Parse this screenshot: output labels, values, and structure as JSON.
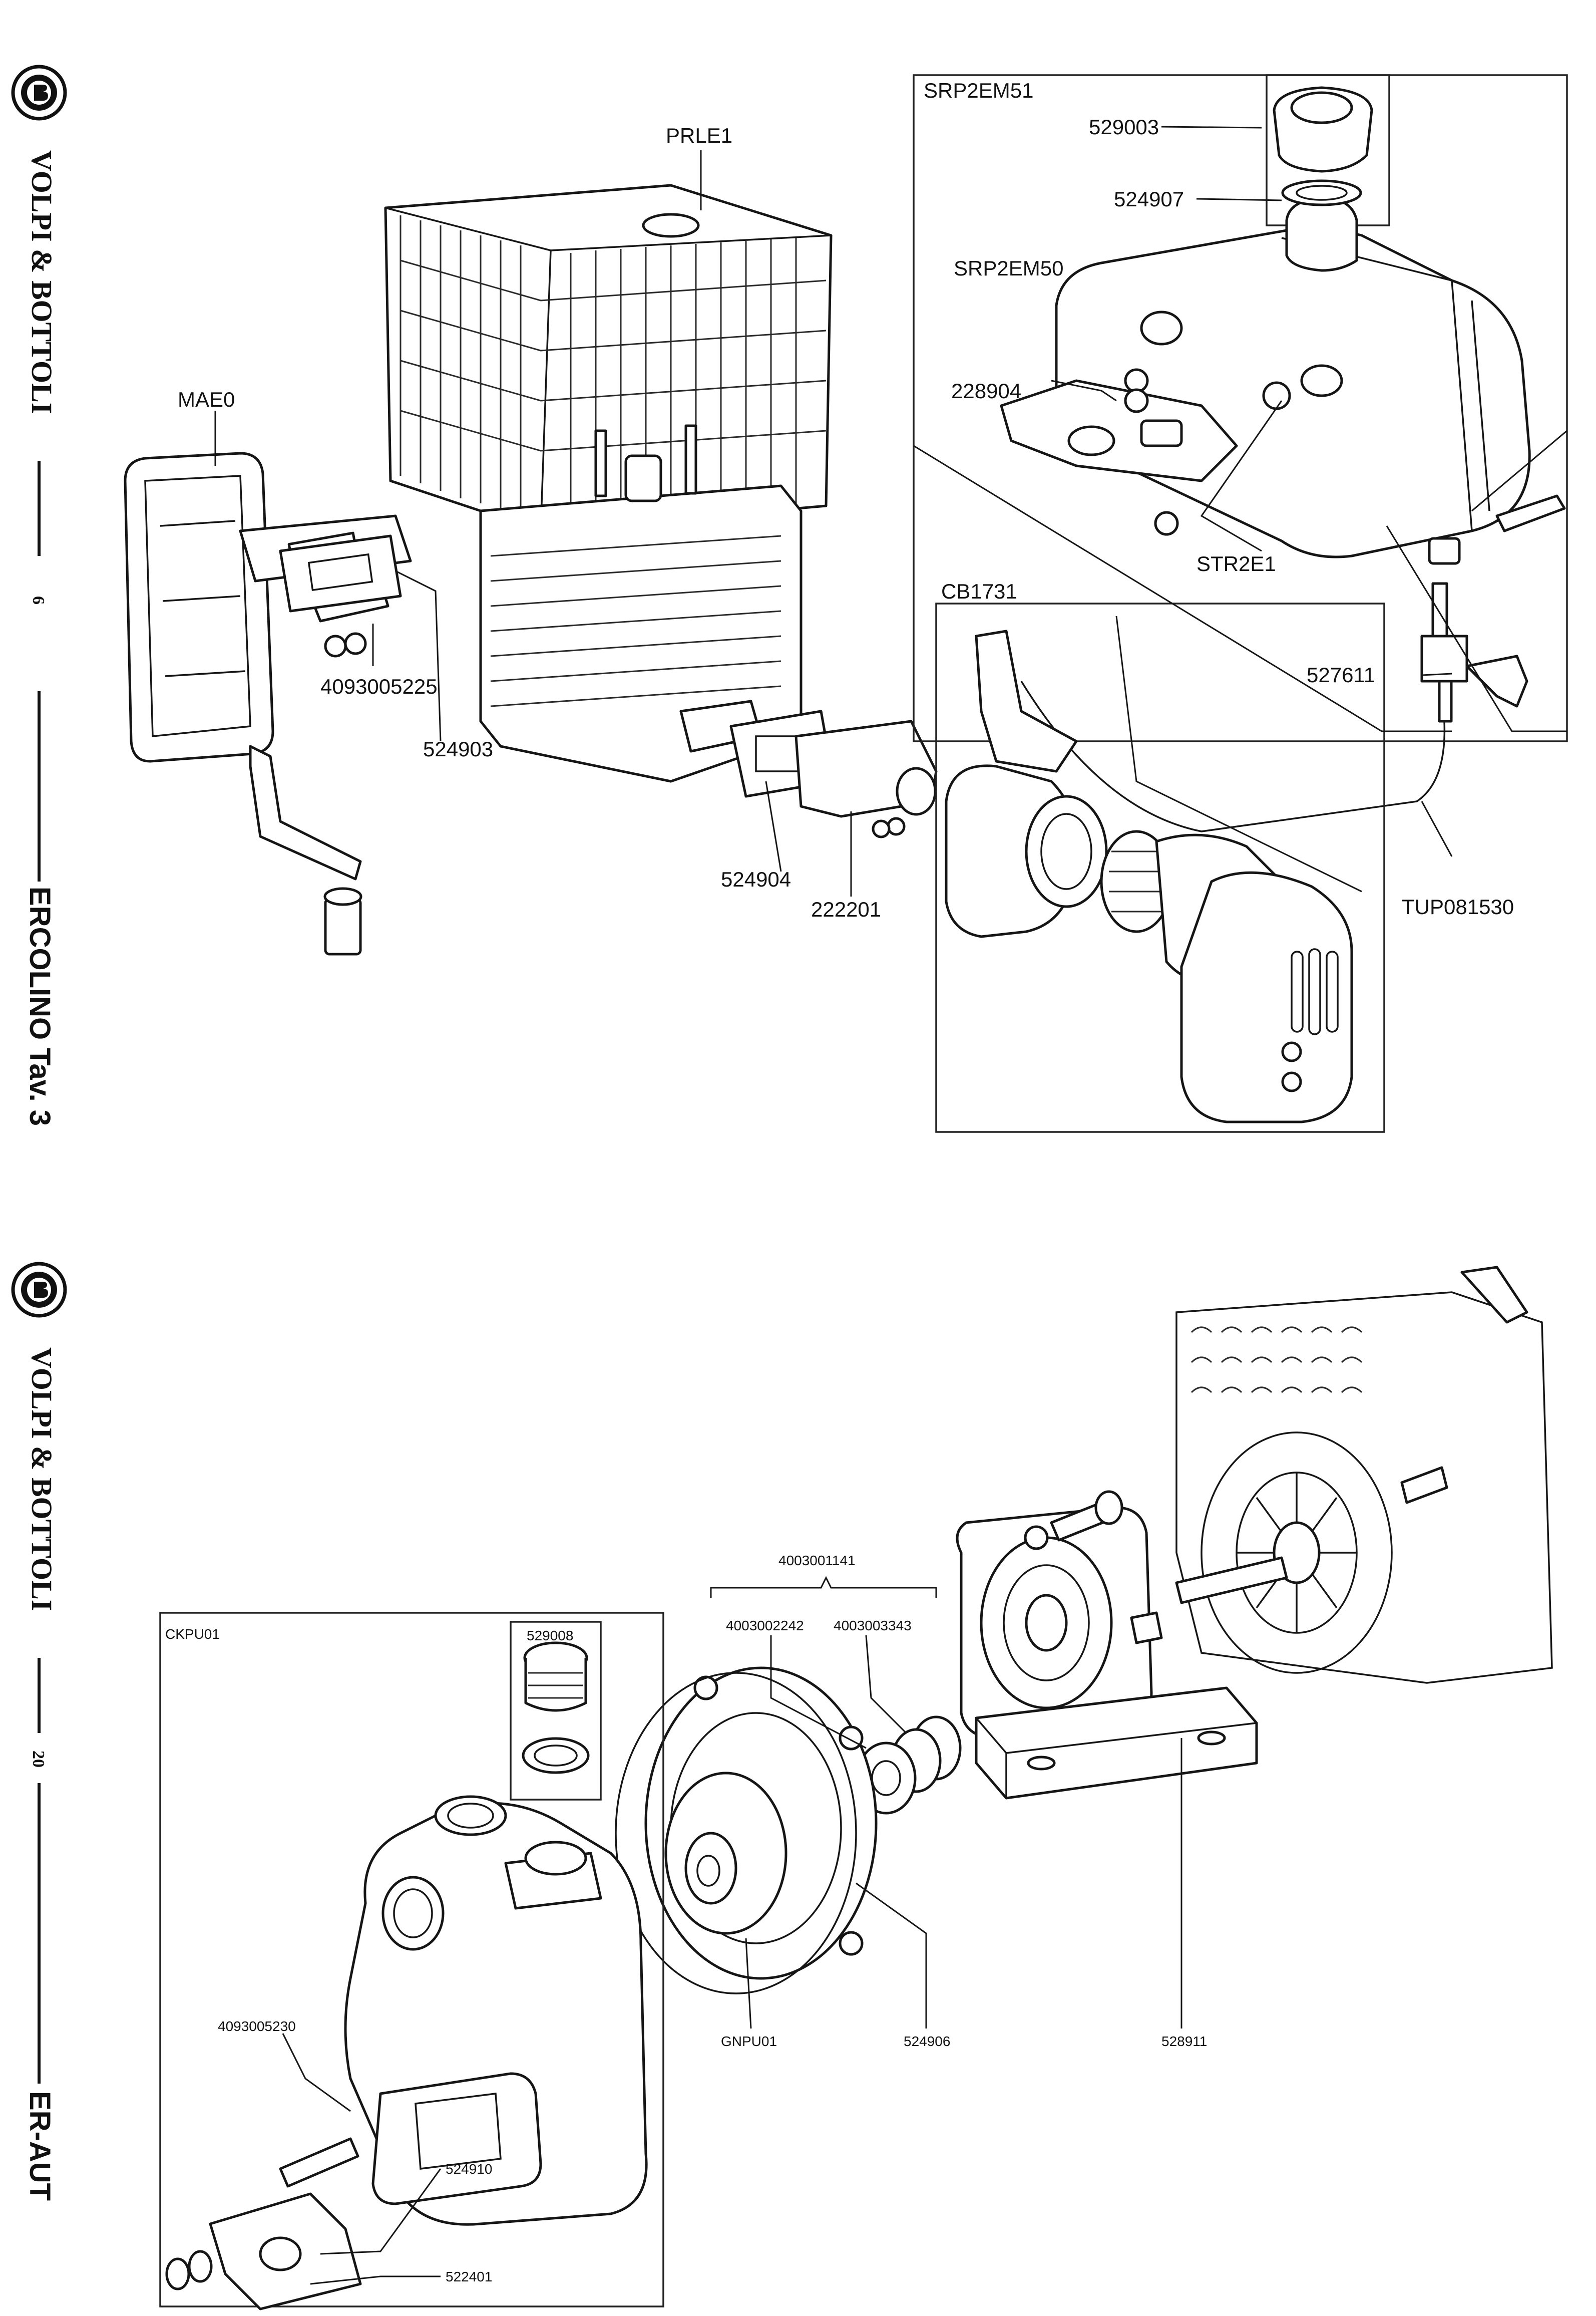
{
  "brand": {
    "name": "VOLPI & BOTTOLI"
  },
  "sheet_top": {
    "page_number": "6",
    "model": "ERCOLINO Tav. 3",
    "labels": {
      "prle1": "PRLE1",
      "mae0": "MAE0",
      "p4093005225": "4093005225",
      "p524903": "524903",
      "p524904": "524904",
      "p222201": "222201",
      "srp2em51": "SRP2EM51",
      "p529003": "529003",
      "p524907": "524907",
      "srp2em50": "SRP2EM50",
      "p228904": "228904",
      "str2e1": "STR2E1",
      "cb1731": "CB1731",
      "p527611": "527611",
      "tup081530": "TUP081530"
    }
  },
  "sheet_bottom": {
    "page_number": "20",
    "model": "ER-AUT",
    "labels": {
      "p4003001141": "4003001141",
      "p4003002242": "4003002242",
      "p4003003343": "4003003343",
      "ckpu01": "CKPU01",
      "p529008": "529008",
      "p4093005230": "4093005230",
      "p524910": "524910",
      "p522401": "522401",
      "gnpu01": "GNPU01",
      "p524906": "524906",
      "p528911": "528911"
    }
  }
}
